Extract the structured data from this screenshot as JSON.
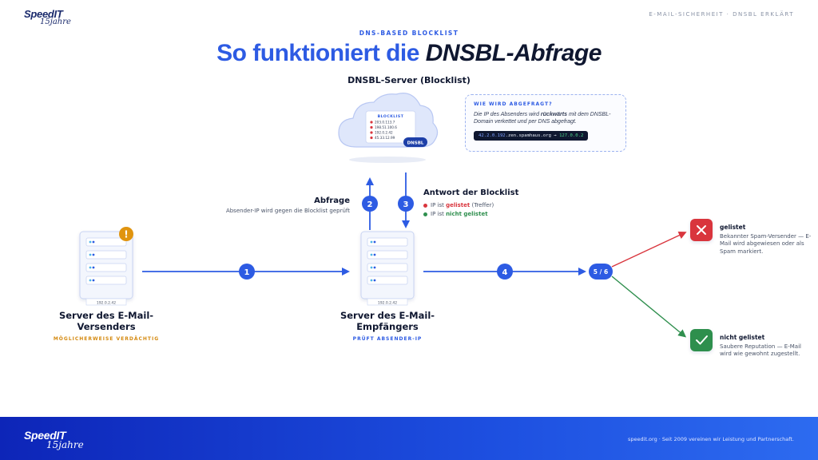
{
  "header": {
    "logo_main": "SpeedIT",
    "logo_sub": "15jahre",
    "top_right": "E-MAIL-SICHERHEIT · DNSBL ERKLÄRT",
    "kicker": "DNS-BASED BLOCKLIST",
    "title_part1": "So funktioniert die ",
    "title_part2": "DNSBL-Abfrage",
    "dnsbl_server_label": "DNSBL-Server (Blocklist)"
  },
  "cloud": {
    "blocklist_title": "BLOCKLIST",
    "entries": [
      "203.0.113.7",
      "198.51.100.6",
      "192.0.2.42",
      "45.33.12.99"
    ],
    "badge": "DNSBL"
  },
  "infobox": {
    "heading": "WIE WIRD ABGEFRAGT?",
    "text_before": "Die IP des Absenders wird ",
    "text_bold": "rückwärts",
    "text_after": " mit dem DNSBL-Domain verkettet und per DNS abgefragt.",
    "code_ip": "42.2.0.192",
    "code_domain": ".zen.spamhaus.org",
    "code_arrow": " → ",
    "code_result": "127.0.0.2"
  },
  "steps": {
    "s1": "1",
    "s2": "2",
    "s3": "3",
    "s4": "4",
    "s56": "5 / 6"
  },
  "abfrage": {
    "title": "Abfrage",
    "text": "Absender-IP wird gegen die Blocklist geprüft"
  },
  "antwort": {
    "title": "Antwort der Blocklist",
    "line1_prefix": "IP ist ",
    "line1_status": "gelistet",
    "line1_suffix": " (Treffer)",
    "line2_prefix": "IP ist ",
    "line2_status": "nicht gelistet"
  },
  "sender": {
    "name": "Server des E-Mail-Versenders",
    "tag": "MÖGLICHERWEISE VERDÄCHTIG",
    "ip": "192.0.2.42",
    "warning": "!"
  },
  "receiver": {
    "name": "Server des E-Mail-Empfängers",
    "tag": "PRÜFT ABSENDER-IP",
    "ip": "192.0.2.42"
  },
  "results": {
    "listed_title": "gelistet",
    "listed_text": "Bekannter Spam-Versender — E-Mail wird abgewiesen oder als Spam markiert.",
    "clean_title": "nicht gelistet",
    "clean_text": "Saubere Reputation — E-Mail wird wie gewohnt zugestellt."
  },
  "footer": {
    "logo_main": "SpeedIT",
    "logo_sub": "15jahre",
    "text": "speedit.org · Seit 2009 vereinen wir Leistung und Partnerschaft."
  },
  "colors": {
    "accent": "#2d5be3",
    "dark": "#0f1730",
    "danger": "#d9363e",
    "success": "#2f8f4e",
    "warning": "#e0940f"
  }
}
